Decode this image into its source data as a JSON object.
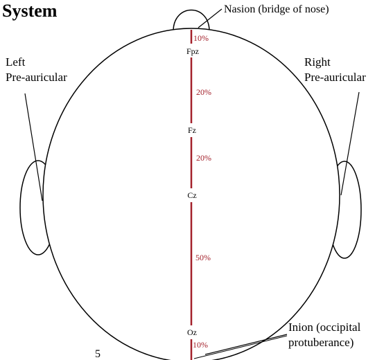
{
  "title": "System",
  "page_number": "5",
  "colors": {
    "midline": "#a3202a",
    "outline": "#000000"
  },
  "landmarks": {
    "nasion": "Nasion (bridge of nose)",
    "left_preauricular_line1": "Left",
    "left_preauricular_line2": "Pre-auricular",
    "right_preauricular_line1": "Right",
    "right_preauricular_line2": "Pre-auricular",
    "inion_line1": "Inion (occipital",
    "inion_line2": "protuberance)"
  },
  "electrodes": {
    "fpz": "Fpz",
    "fz": "Fz",
    "cz": "Cz",
    "oz": "Oz"
  },
  "segments": {
    "nasion_fpz": "10%",
    "fpz_fz": "20%",
    "fz_cz": "20%",
    "cz_oz": "50%",
    "oz_inion": "10%"
  }
}
